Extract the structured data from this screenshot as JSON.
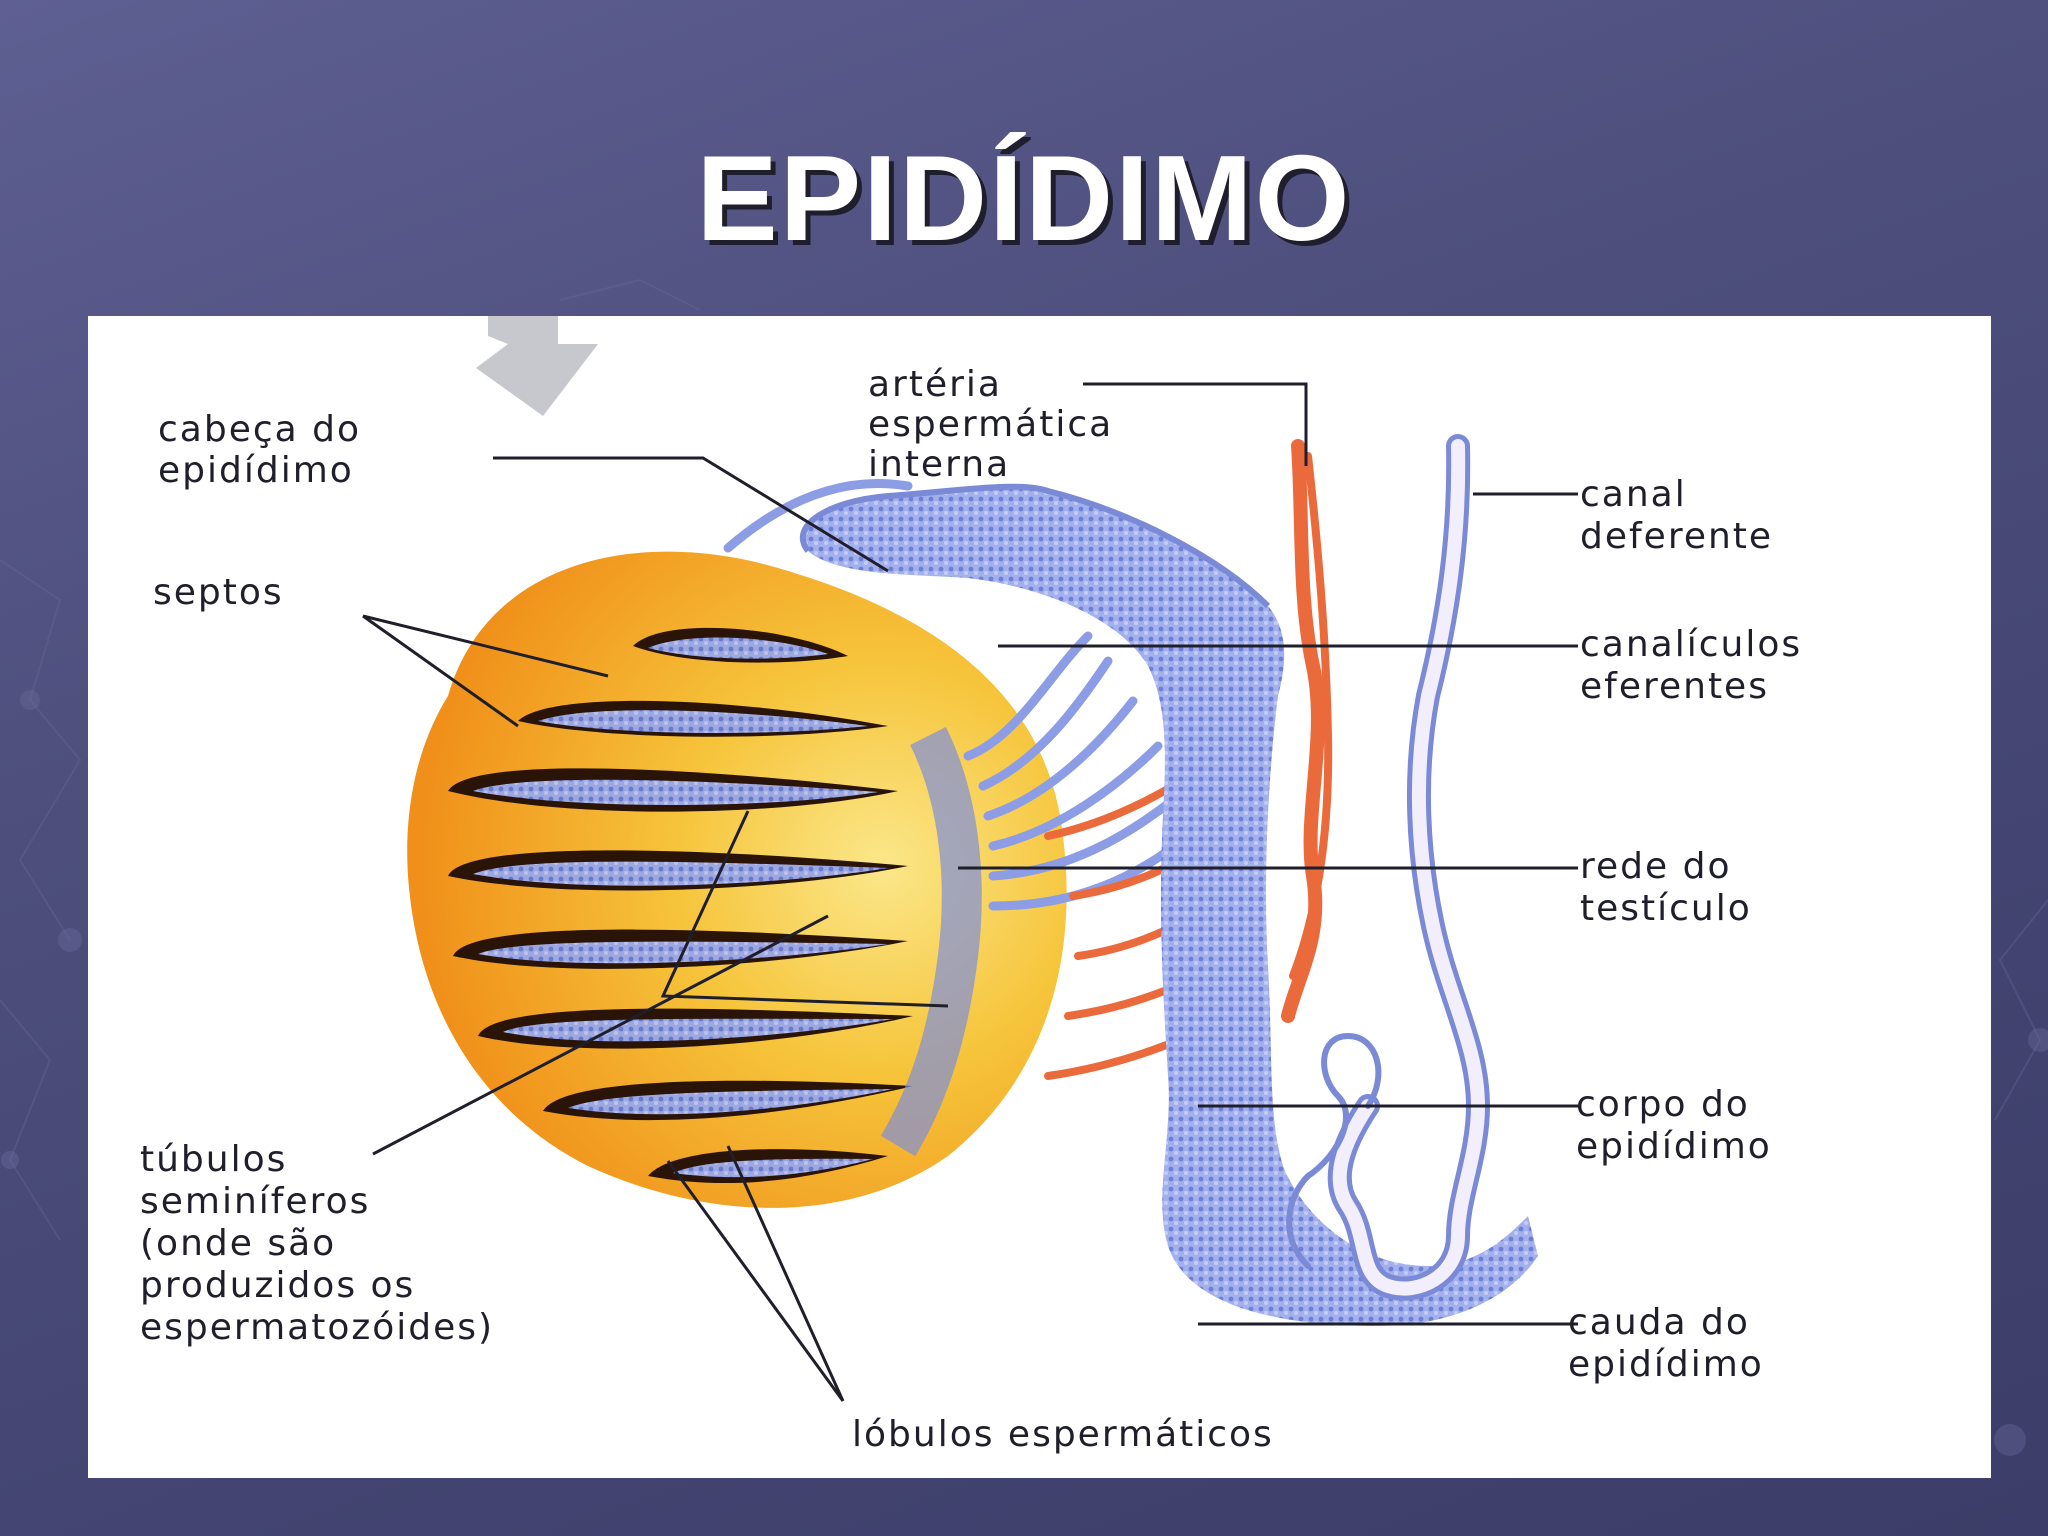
{
  "slide": {
    "title": "EPIDÍDIMO"
  },
  "figure": {
    "labels": {
      "arteria": [
        "artéria",
        "espermática",
        "interna"
      ],
      "cabeca": [
        "cabeça do",
        "epidídimo"
      ],
      "septos": [
        "septos"
      ],
      "canal": [
        "canal",
        "deferente"
      ],
      "canaliculos": [
        "canalículos",
        "eferentes"
      ],
      "rede": [
        "rede do",
        "testículo"
      ],
      "tubulos": [
        "túbulos",
        "seminíferos",
        "(onde são",
        "produzidos os",
        "espermatozóides)"
      ],
      "corpo": [
        "corpo do",
        "epidídimo"
      ],
      "cauda": [
        "cauda do",
        "epidídimo"
      ],
      "lobulos": [
        "lóbulos espermáticos"
      ]
    }
  },
  "colors": {
    "testis_orange": "#f3a11e",
    "testis_yellow": "#f8d14a",
    "tubule_blue": "#8c9de6",
    "artery_red": "#ea6a3c",
    "background": "#4e4f7d"
  }
}
